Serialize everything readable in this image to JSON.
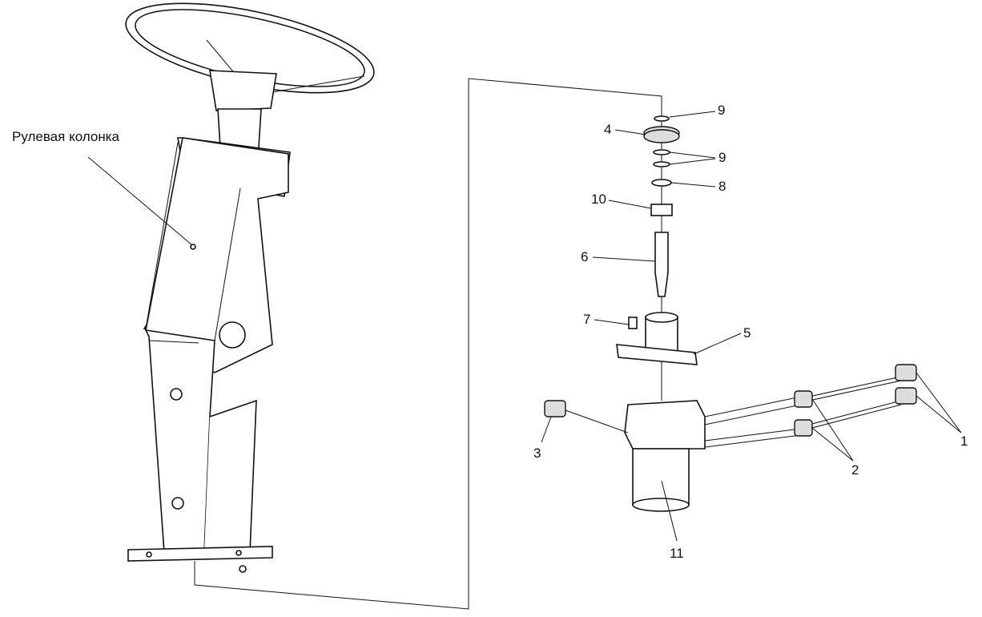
{
  "title_label": "Рулевая колонка",
  "callouts": {
    "c9a": "9",
    "c4": "4",
    "c9b": "9",
    "c8": "8",
    "c10": "10",
    "c6": "6",
    "c7": "7",
    "c5": "5",
    "c3": "3",
    "c2": "2",
    "c1": "1",
    "c11": "11"
  }
}
